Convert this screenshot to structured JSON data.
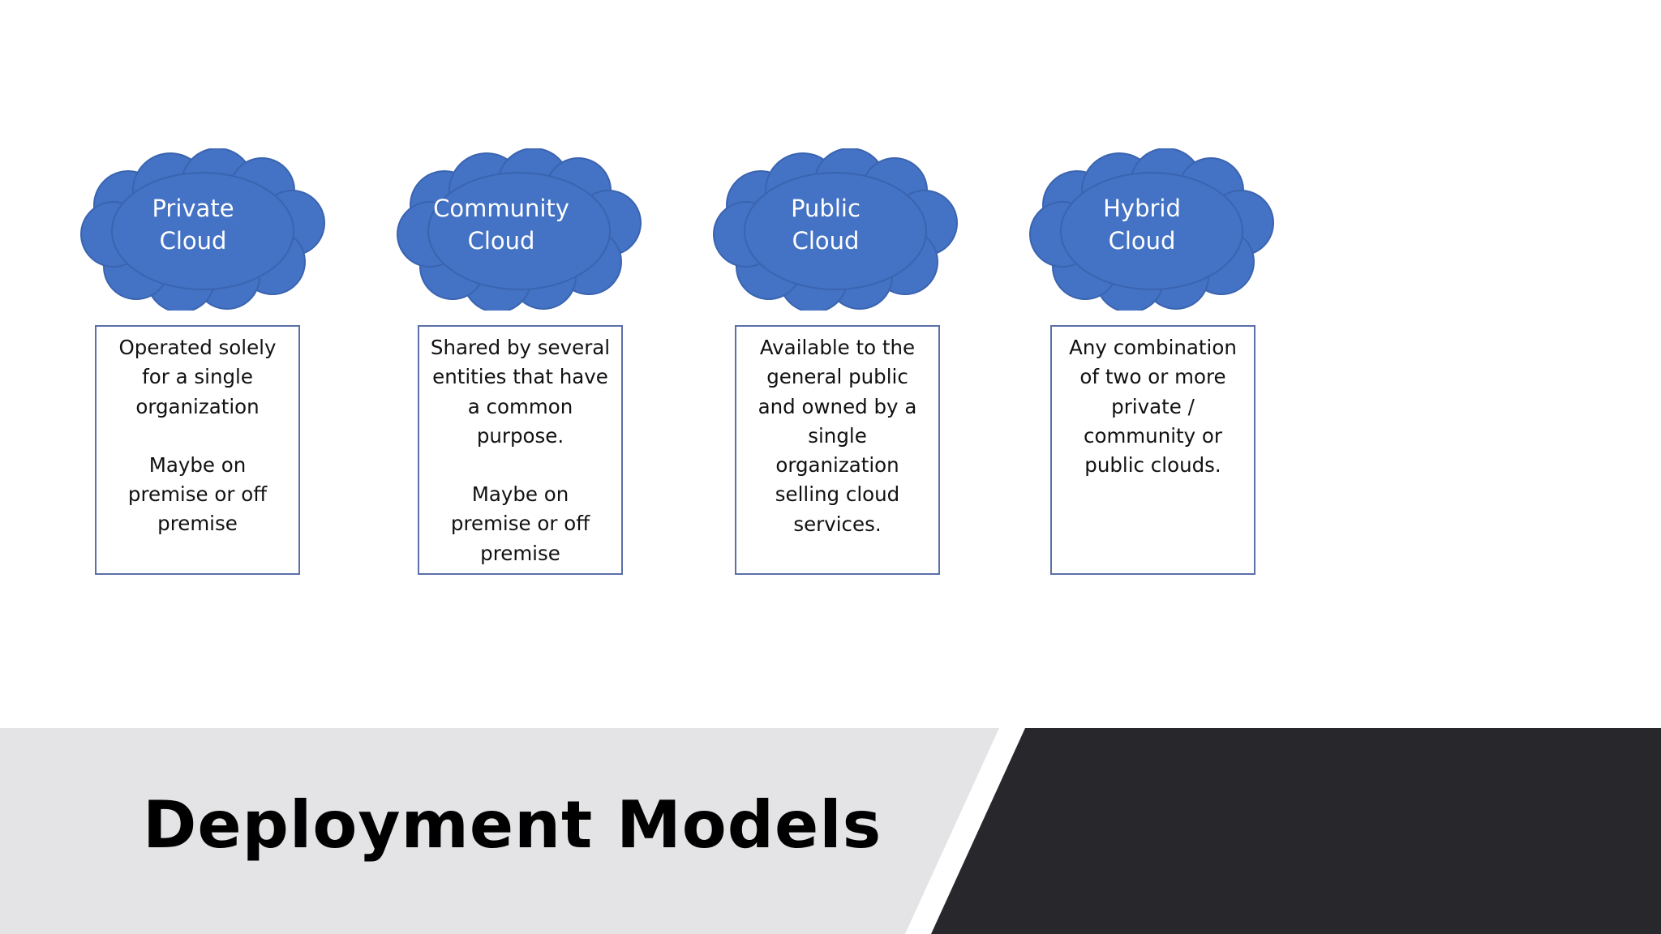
{
  "slide": {
    "title": "Deployment Models"
  },
  "colors": {
    "cloud_fill": "#4472c4",
    "cloud_stroke": "#3a64b0",
    "box_border": "#5b6fa8",
    "footer_light": "#e4e4e6",
    "footer_dark": "#28272b"
  },
  "models": [
    {
      "cloud": [
        "Private",
        "Cloud"
      ],
      "description": [
        [
          "Operated solely",
          "for a single",
          "organization"
        ],
        [
          "Maybe on",
          "premise or off",
          "premise"
        ]
      ]
    },
    {
      "cloud": [
        "Community",
        "Cloud"
      ],
      "description": [
        [
          "Shared by several",
          "entities that have",
          "a common",
          "purpose."
        ],
        [
          "Maybe on",
          "premise or off",
          "premise"
        ]
      ]
    },
    {
      "cloud": [
        "Public",
        "Cloud"
      ],
      "description": [
        [
          "Available to the",
          "general public",
          "and owned by a",
          "single",
          "organization",
          "selling cloud",
          "services."
        ]
      ]
    },
    {
      "cloud": [
        "Hybrid",
        "Cloud"
      ],
      "description": [
        [
          "Any combination",
          "of two or more",
          "private /",
          "community or",
          "public clouds."
        ]
      ]
    }
  ]
}
